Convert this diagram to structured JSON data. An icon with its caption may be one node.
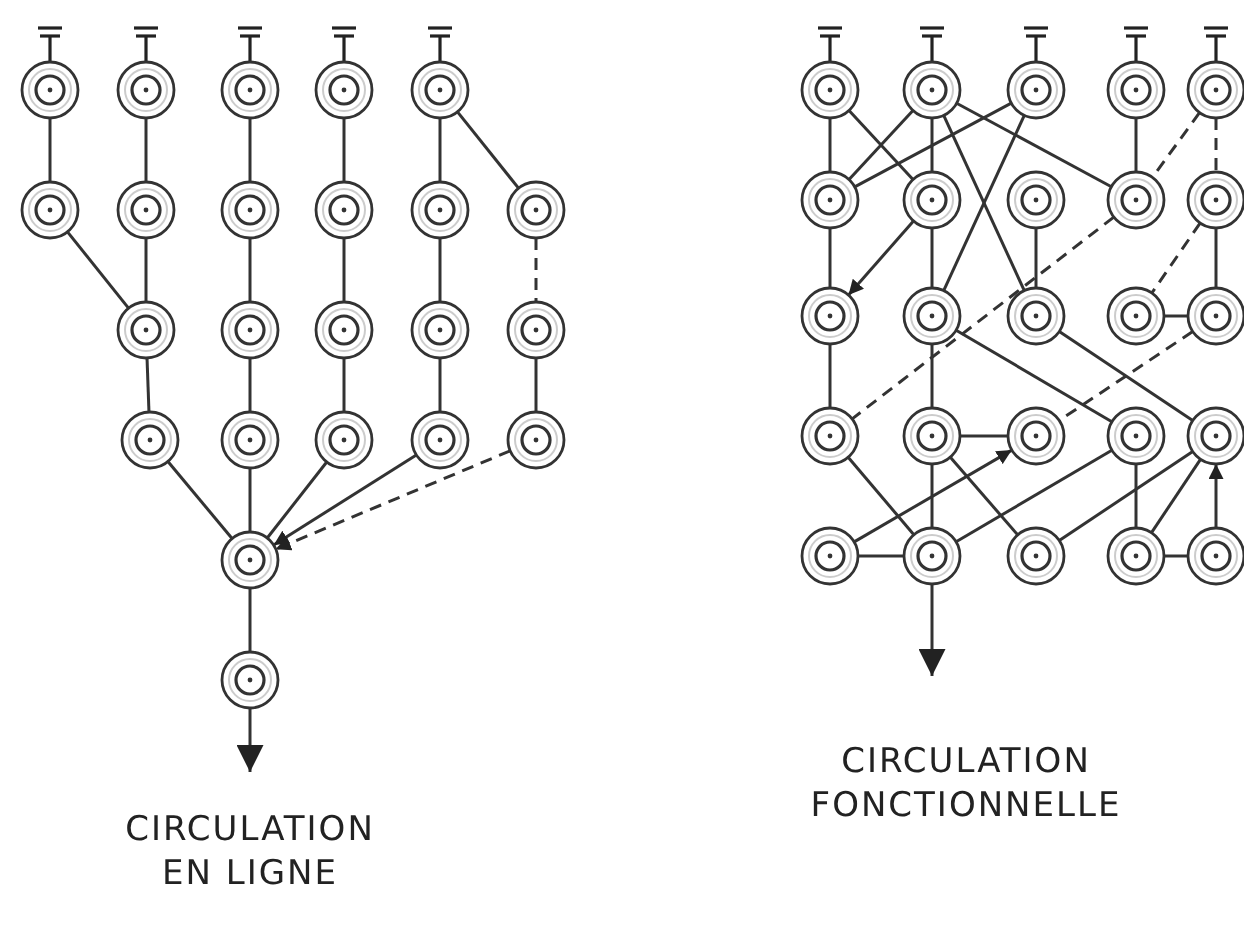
{
  "diagram": {
    "nodes": [
      {
        "text": [],
        "shape": "circle"
      },
      {
        "text": [],
        "shape": "circle"
      },
      {
        "text": [],
        "shape": "circle"
      },
      {
        "text": [],
        "shape": "circle"
      },
      {
        "text": [],
        "shape": "circle"
      },
      {
        "text": [],
        "shape": "circle"
      },
      {
        "text": [],
        "shape": "circle"
      },
      {
        "text": [],
        "shape": "circle"
      },
      {
        "text": [],
        "shape": "circle"
      },
      {
        "text": [],
        "shape": "circle"
      },
      {
        "text": [],
        "shape": "circle"
      },
      {
        "text": [],
        "shape": "circle"
      },
      {
        "text": [],
        "shape": "circle"
      },
      {
        "text": [],
        "shape": "circle"
      },
      {
        "text": [],
        "shape": "circle"
      },
      {
        "text": [],
        "shape": "circle"
      },
      {
        "text": [],
        "shape": "circle"
      },
      {
        "text": [],
        "shape": "circle"
      },
      {
        "text": [],
        "shape": "circle"
      },
      {
        "text": [],
        "shape": "circle"
      },
      {
        "text": [],
        "shape": "circle"
      },
      {
        "text": [],
        "shape": "circle"
      },
      {
        "text": [],
        "shape": "circle"
      },
      {
        "text": [],
        "shape": "circle"
      },
      {
        "text": [],
        "shape": "circle"
      },
      {
        "text": [],
        "shape": "circle"
      },
      {
        "text": [],
        "shape": "circle"
      },
      {
        "text": [],
        "shape": "circle"
      },
      {
        "text": [],
        "shape": "circle"
      },
      {
        "text": [],
        "shape": "circle"
      },
      {
        "text": [],
        "shape": "circle"
      },
      {
        "text": [],
        "shape": "circle"
      },
      {
        "text": [],
        "shape": "circle"
      },
      {
        "text": [],
        "shape": "circle"
      },
      {
        "text": [],
        "shape": "circle"
      },
      {
        "text": [],
        "shape": "circle"
      },
      {
        "text": [],
        "shape": "circle"
      },
      {
        "text": [],
        "shape": "circle"
      },
      {
        "text": [],
        "shape": "circle"
      },
      {
        "text": [],
        "shape": "circle"
      },
      {
        "text": [],
        "shape": "circle"
      },
      {
        "text": [],
        "shape": "circle"
      },
      {
        "text": [],
        "shape": "circle"
      },
      {
        "text": [],
        "shape": "circle"
      },
      {
        "text": [],
        "shape": "circle"
      },
      {
        "text": [],
        "shape": "circle"
      },
      {
        "text": [],
        "shape": "circle"
      },
      {
        "text": [],
        "shape": "circle"
      }
    ],
    "edges": [
      {
        "from": 0,
        "to": 5,
        "arrow": "none"
      },
      {
        "from": 1,
        "to": 6,
        "arrow": "none"
      },
      {
        "from": 2,
        "to": 7,
        "arrow": "none"
      },
      {
        "from": 3,
        "to": 8,
        "arrow": "none"
      },
      {
        "from": 4,
        "to": 9,
        "arrow": "none"
      },
      {
        "from": 4,
        "to": 10,
        "arrow": "none"
      },
      {
        "from": 5,
        "to": 11,
        "arrow": "none"
      },
      {
        "from": 6,
        "to": 11,
        "arrow": "none"
      },
      {
        "from": 7,
        "to": 12,
        "arrow": "none"
      },
      {
        "from": 8,
        "to": 13,
        "arrow": "none"
      },
      {
        "from": 9,
        "to": 14,
        "arrow": "none"
      },
      {
        "from": 10,
        "to": 15,
        "arrow": "none",
        "style": "dashed"
      },
      {
        "from": 11,
        "to": 16,
        "arrow": "none"
      },
      {
        "from": 12,
        "to": 17,
        "arrow": "none"
      },
      {
        "from": 13,
        "to": 18,
        "arrow": "none"
      },
      {
        "from": 14,
        "to": 19,
        "arrow": "none"
      },
      {
        "from": 15,
        "to": 20,
        "arrow": "none"
      },
      {
        "from": 16,
        "to": 21,
        "arrow": "none"
      },
      {
        "from": 17,
        "to": 21,
        "arrow": "none"
      },
      {
        "from": 18,
        "to": 21,
        "arrow": "none"
      },
      {
        "from": 19,
        "to": 21,
        "arrow": "to"
      },
      {
        "from": 20,
        "to": 21,
        "arrow": "to",
        "style": "dashed"
      },
      {
        "from": 21,
        "to": 22,
        "arrow": "none"
      },
      {
        "from": 22,
        "to": null,
        "arrow": "to"
      },
      {
        "from": 23,
        "to": 28,
        "arrow": "none"
      },
      {
        "from": 23,
        "to": 29,
        "arrow": "none"
      },
      {
        "from": 24,
        "to": 28,
        "arrow": "none"
      },
      {
        "from": 24,
        "to": 29,
        "arrow": "none"
      },
      {
        "from": 24,
        "to": 35,
        "arrow": "none"
      },
      {
        "from": 24,
        "to": 31,
        "arrow": "none"
      },
      {
        "from": 25,
        "to": 28,
        "arrow": "none"
      },
      {
        "from": 25,
        "to": 34,
        "arrow": "none"
      },
      {
        "from": 26,
        "to": 31,
        "arrow": "none"
      },
      {
        "from": 27,
        "to": 31,
        "arrow": "none",
        "style": "dashed"
      },
      {
        "from": 27,
        "to": 32,
        "arrow": "none",
        "style": "dashed"
      },
      {
        "from": 28,
        "to": 33,
        "arrow": "none"
      },
      {
        "from": 29,
        "to": 33,
        "arrow": "to"
      },
      {
        "from": 29,
        "to": 34,
        "arrow": "none"
      },
      {
        "from": 30,
        "to": 35,
        "arrow": "none"
      },
      {
        "from": 31,
        "to": 38,
        "arrow": "none",
        "style": "dashed"
      },
      {
        "from": 32,
        "to": 36,
        "arrow": "none",
        "style": "dashed"
      },
      {
        "from": 32,
        "to": 37,
        "arrow": "none"
      },
      {
        "from": 36,
        "to": 37,
        "arrow": "none"
      },
      {
        "from": 33,
        "to": 38,
        "arrow": "none"
      },
      {
        "from": 34,
        "to": 39,
        "arrow": "none"
      },
      {
        "from": 34,
        "to": 41,
        "arrow": "none"
      },
      {
        "from": 35,
        "to": 42,
        "arrow": "none"
      },
      {
        "from": 37,
        "to": 40,
        "arrow": "none",
        "style": "dashed"
      },
      {
        "from": 38,
        "to": 44,
        "arrow": "none"
      },
      {
        "from": 39,
        "to": 40,
        "arrow": "none"
      },
      {
        "from": 39,
        "to": 44,
        "arrow": "none"
      },
      {
        "from": 39,
        "to": 45,
        "arrow": "none"
      },
      {
        "from": 43,
        "to": 44,
        "arrow": "none"
      },
      {
        "from": 43,
        "to": 40,
        "arrow": "to"
      },
      {
        "from": 44,
        "to": 41,
        "arrow": "none"
      },
      {
        "from": 45,
        "to": 42,
        "arrow": "none"
      },
      {
        "from": 41,
        "to": 46,
        "arrow": "none"
      },
      {
        "from": 46,
        "to": 42,
        "arrow": "none"
      },
      {
        "from": 46,
        "to": 47,
        "arrow": "none"
      },
      {
        "from": 47,
        "to": 42,
        "arrow": "to"
      },
      {
        "from": 44,
        "to": null,
        "arrow": "to"
      }
    ],
    "labels": [
      "CIRCULATION EN LIGNE",
      "CIRCULATION FONCTIONNELLE"
    ]
  }
}
